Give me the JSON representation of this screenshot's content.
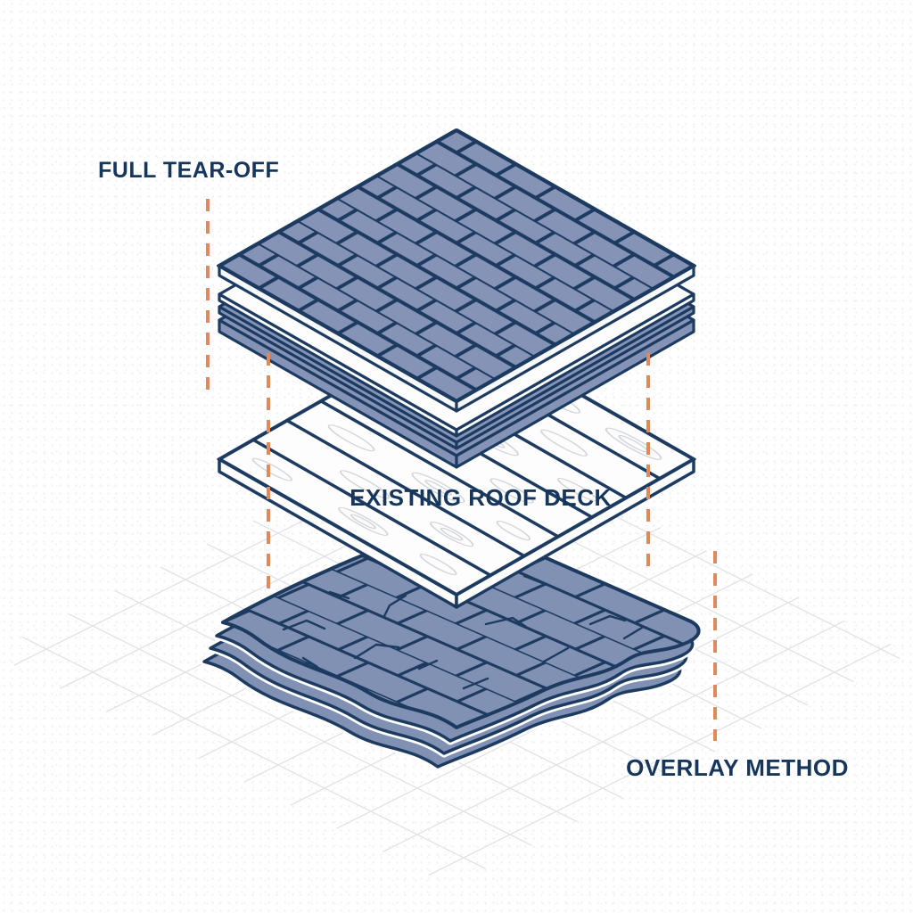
{
  "diagram": {
    "left_method_label": "FULL TEAR-OFF",
    "deck_label": "EXISTING ROOF DECK",
    "right_method_label": "OVERLAY METHOD"
  },
  "colors": {
    "outline_navy": "#1d3b61",
    "label_navy": "#17365c",
    "new_shingle_fill": "#8493b6",
    "old_shingle_fill": "#8091b3",
    "underlayment_white": "#fdfdfe",
    "dash_accent_orange": "#dd8a5f",
    "iso_grid_gray": "#e2e3e7",
    "wood_grain_gray": "#d2d5da",
    "background": "#ffffff"
  }
}
